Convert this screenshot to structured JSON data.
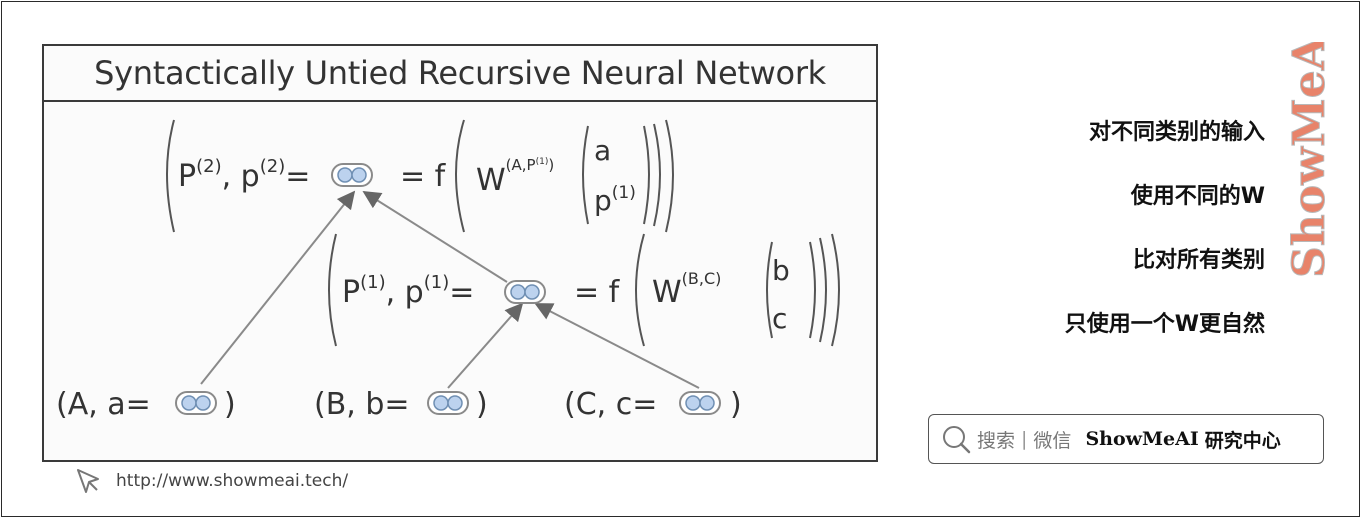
{
  "figure": {
    "title": "Syntactically Untied Recursive Neural Network",
    "row2": {
      "lhs": "P",
      "lhs_sup": "(2)",
      "comma_p": ", p",
      "p_sup": "(2)",
      "eq": "=",
      "rhs": "= f",
      "W": "W",
      "W_sup": "(A,P",
      "W_sup_sup": "(1)",
      "W_sup_close": ")",
      "vec_top": "a",
      "vec_bottom": "p",
      "vec_bottom_sup": "(1)"
    },
    "row1": {
      "lhs": "P",
      "lhs_sup": "(1)",
      "comma_p": ", p",
      "p_sup": "(1)",
      "eq": "=",
      "rhs": "= f",
      "W": "W",
      "W_sup": "(B,C)",
      "vec_top": "b",
      "vec_bottom": "c"
    },
    "leaves": [
      {
        "open": "(A, a=",
        "close": ")"
      },
      {
        "open": "(B, b=",
        "close": ")"
      },
      {
        "open": "(C, c=",
        "close": ")"
      }
    ]
  },
  "notes": [
    "对不同类别的输入",
    "使用不同的W",
    "比对所有类别",
    "只使用一个W更自然"
  ],
  "brand": {
    "vertical_logo": "ShowMeAI"
  },
  "search": {
    "icon": "search-icon",
    "label": "搜索",
    "sep": "|",
    "label2": "微信",
    "org": "ShowMeAI",
    "org_suffix": "研究中心"
  },
  "footer": {
    "icon": "cursor-icon",
    "url": "http://www.showmeai.tech/"
  },
  "colors": {
    "node_fill": "#bcd2ee",
    "node_stroke": "#8a8a8a",
    "brand_orange": "#e8836a",
    "brand_gray": "#b8b8b8"
  }
}
